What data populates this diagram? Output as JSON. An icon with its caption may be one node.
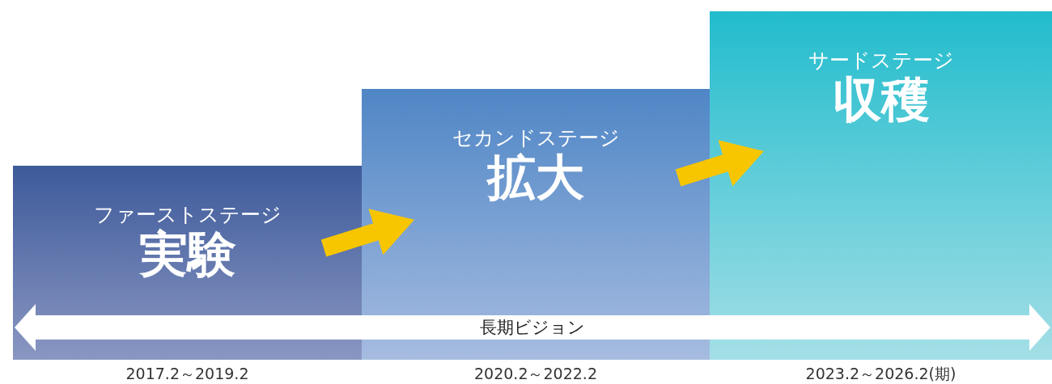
{
  "diagram": {
    "nodes": [
      {
        "text": [
          "ファーストステージ",
          "実験"
        ]
      },
      {
        "text": [
          "セカンドステージ",
          "拡大"
        ]
      },
      {
        "text": [
          "サードステージ",
          "収穫"
        ]
      },
      {
        "text": [
          "長期ビジョン"
        ]
      }
    ],
    "edges": [
      {
        "from": 0,
        "to": 1,
        "arrow": "to"
      },
      {
        "from": 1,
        "to": 2,
        "arrow": "to"
      }
    ],
    "labels": [
      "2017.2～2019.2",
      "2020.2～2022.2",
      "2023.2～2026.2(期)"
    ]
  }
}
